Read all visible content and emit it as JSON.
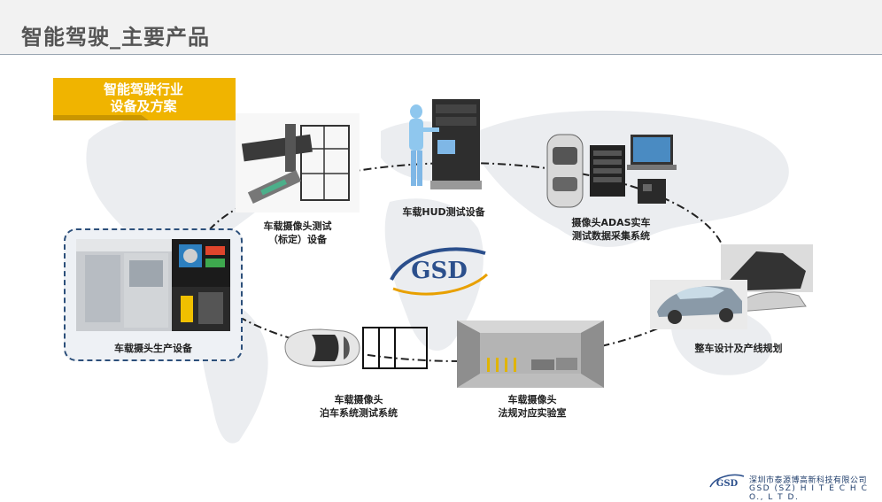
{
  "title": "智能驾驶_主要产品",
  "banner": {
    "line1": "智能驾驶行业",
    "line2": "设备及方案"
  },
  "products": {
    "calibration": {
      "line1": "车载摄像头测试",
      "line2": "（标定）设备"
    },
    "hud": {
      "line1": "车载HUD测试设备"
    },
    "adas": {
      "line1": "摄像头ADAS实车",
      "line2": "测试数据采集系统"
    },
    "vehicle": {
      "line1": "整车设计及产线规划"
    },
    "production": {
      "line1": "车载摄头生产设备"
    },
    "parking": {
      "line1": "车载摄像头",
      "line2": "泊车系统测试系统"
    },
    "lab": {
      "line1": "车载摄像头",
      "line2": "法规对应实验室"
    }
  },
  "center_logo": {
    "text": "GSD"
  },
  "footer": {
    "logo_text": "GSD",
    "company_cn": "深圳市泰源博高新科技有限公司",
    "company_en": "GSD (SZ) H I T E C H C O., L T D."
  },
  "colors": {
    "banner": "#f0b400",
    "accent": "#1f3d6b",
    "logo": "#2b4f8c",
    "logo_swoosh": "#e8a000"
  }
}
